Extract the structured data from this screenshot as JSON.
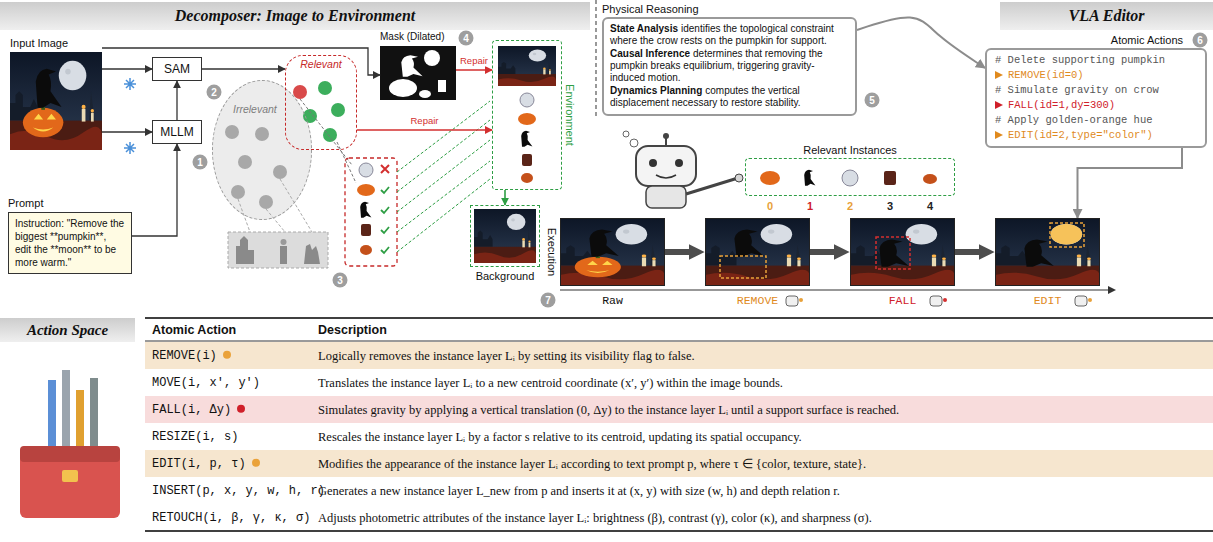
{
  "diagram": {
    "nodes": [
      {
        "text": [
          "Decomposer: Image to Environment"
        ]
      },
      {
        "text": [
          "Input Image"
        ]
      },
      {
        "text": [
          "Prompt",
          "Instruction: \"Remove the biggest **pumpkin**, edit the **moon** to be more warm.\""
        ]
      },
      {
        "text": [
          "SAM"
        ]
      },
      {
        "text": [
          "MLLM"
        ]
      },
      {
        "text": [
          "Irrelevant"
        ]
      },
      {
        "text": [
          "Relevant"
        ]
      },
      {
        "text": [
          "Mask (Dilated)"
        ]
      },
      {
        "text": [
          "Environment"
        ]
      },
      {
        "text": [
          "Background"
        ]
      },
      {
        "text": [
          "Physical Reasoning",
          "State Analysis",
          "identifies the topological constraint where the crow rests on the pumpkin for support.",
          "Causal Inference",
          "determines that removing the pumpkin breaks equilibrium, triggering gravity-induced motion.",
          "Dynamics Planning",
          "computes the vertical displacement necessary to restore stability."
        ]
      },
      {
        "text": [
          "VLA Editor"
        ]
      },
      {
        "text": [
          "Atomic Actions",
          "# Delete supporting pumpkin",
          "REMOVE(id=0)",
          "# Simulate gravity on crow",
          "FALL(id=1,dy=300)",
          "# Apply golden-orange hue",
          "EDIT(id=2,type=\"color\")"
        ]
      },
      {
        "text": [
          "Relevant Instances"
        ]
      },
      {
        "text": [
          "Raw"
        ]
      },
      {
        "text": [
          "REMOVE"
        ]
      },
      {
        "text": [
          "FALL"
        ]
      },
      {
        "text": [
          "EDIT"
        ]
      },
      {
        "text": [
          "Action Space"
        ]
      }
    ],
    "edges": [
      {
        "from": 1,
        "to": 3,
        "arrow": "to"
      },
      {
        "from": 1,
        "to": 4,
        "arrow": "to"
      },
      {
        "from": 2,
        "to": 4,
        "arrow": "to"
      },
      {
        "from": 4,
        "to": 3,
        "arrow": "to"
      },
      {
        "from": 3,
        "to": 6,
        "arrow": "to"
      },
      {
        "from": 1,
        "to": 7,
        "arrow": "to"
      },
      {
        "from": 7,
        "to": 8,
        "label": "Repair",
        "arrow": "to"
      },
      {
        "from": 6,
        "to": 8,
        "label": "Repair",
        "arrow": "to"
      },
      {
        "from": 8,
        "to": 9,
        "arrow": "to"
      },
      {
        "from": 10,
        "to": 12,
        "arrow": "to"
      },
      {
        "from": 12,
        "to": 17,
        "arrow": "to"
      },
      {
        "from": 14,
        "to": 15,
        "arrow": "to"
      },
      {
        "from": 15,
        "to": 16,
        "arrow": "to"
      },
      {
        "from": 16,
        "to": 17,
        "arrow": "to"
      }
    ],
    "labels": [
      "1",
      "2",
      "3",
      "4",
      "5",
      "6",
      "7",
      "Execution",
      "0",
      "1",
      "2",
      "3",
      "4",
      "Atomic Action",
      "Description",
      "REMOVE(i)",
      "Logically removes the instance layer Lᵢ by setting its visibility flag to false.",
      "MOVE(i, x′, y′)",
      "Translates the instance layer Lᵢ to a new centroid coordinate (x′, y′) within the image bounds.",
      "FALL(i, Δy)",
      "Simulates gravity by applying a vertical translation (0, Δy) to the instance layer Lᵢ until a support surface is reached.",
      "RESIZE(i, s)",
      "Rescales the instance layer Lᵢ by a factor s relative to its centroid, updating its spatial occupancy.",
      "EDIT(i, p, τ)",
      "Modifies the appearance of the instance layer Lᵢ according to text prompt p, where τ ∈ {color, texture, state}.",
      "INSERT(p, x, y, w, h, r)",
      "Generates a new instance layer L_new from p and inserts it at (x, y) with size (w, h) and depth relation r.",
      "RETOUCH(i, β, γ, κ, σ)",
      "Adjusts photometric attributes of the instance layer Lᵢ: brightness (β), contrast (γ), color (κ), and sharpness (σ)."
    ]
  }
}
